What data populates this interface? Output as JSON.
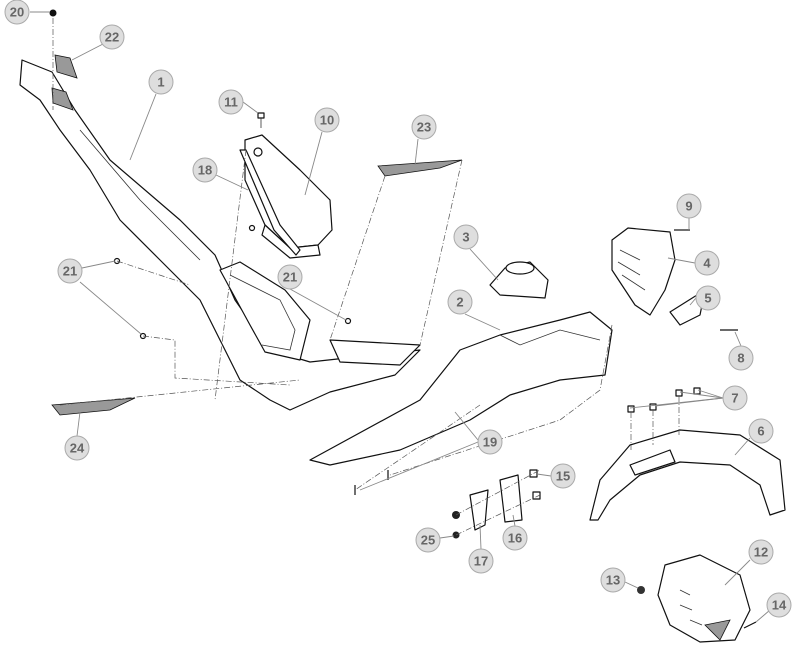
{
  "diagram": {
    "callouts": [
      "20",
      "22",
      "1",
      "11",
      "10",
      "23",
      "18",
      "9",
      "3",
      "21",
      "21",
      "4",
      "5",
      "2",
      "8",
      "7",
      "19",
      "24",
      "6",
      "15",
      "25",
      "16",
      "17",
      "12",
      "13",
      "14"
    ]
  }
}
